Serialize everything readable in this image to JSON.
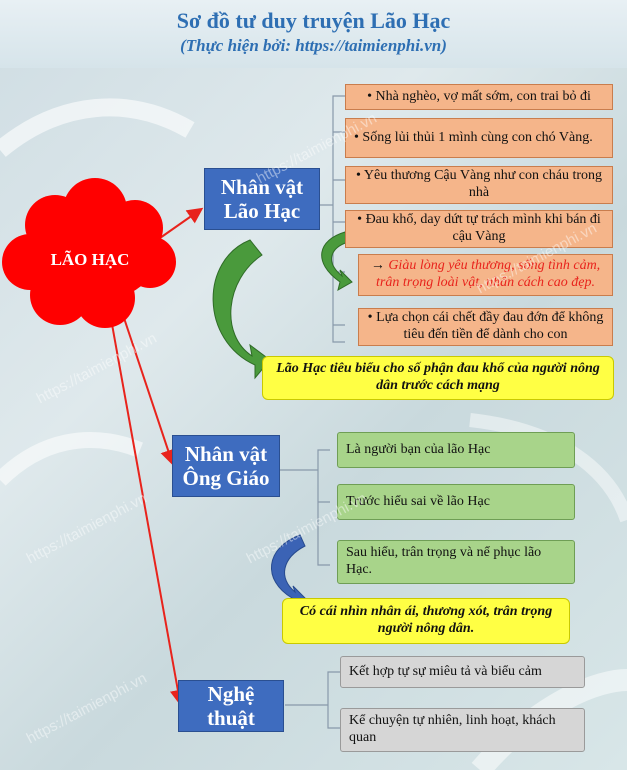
{
  "header": {
    "title": "Sơ đồ tư duy truyện Lão Hạc",
    "subtitle": "(Thực hiện bởi: https://taimienphi.vn)"
  },
  "center": {
    "label": "LÃO HẠC"
  },
  "branch1": {
    "label_line1": "Nhân vật",
    "label_line2": "Lão Hạc",
    "items": [
      "•  Nhà nghèo, vợ mất sớm, con trai bỏ đi",
      "•  Sống lủi thủi 1 mình cùng con chó Vàng.",
      "•  Yêu thương Cậu Vàng như con cháu trong nhà",
      "•  Đau khổ, day dứt tự trách mình khi bán đi cậu Vàng",
      "•  Lựa chọn cái chết đầy đau đớn để không tiêu đến tiền để dành cho con"
    ],
    "arrow_mark": "→",
    "highlight": "Giàu lòng yêu thương, sống tình cảm, trân trọng loài vật, nhân cách cao đẹp.",
    "conclusion": "Lão Hạc tiêu biểu cho số phận đau khổ của người nông dân trước cách mạng"
  },
  "branch2": {
    "label_line1": "Nhân vật",
    "label_line2": "Ông Giáo",
    "items": [
      "Là người bạn của lão Hạc",
      "Trước hiểu sai về lão Hạc",
      "Sau hiểu, trân trọng và nể phục lão Hạc."
    ],
    "conclusion": "Có cái nhìn nhân ái, thương xót, trân trọng người nông dân."
  },
  "branch3": {
    "label": "Nghệ thuật",
    "items": [
      "Kết hợp tự sự miêu tả và biểu cảm",
      "Kể chuyện tự nhiên, linh hoạt, khách quan"
    ]
  },
  "watermark": "https://taimienphi.vn",
  "colors": {
    "title_blue": "#2e6fb3",
    "cloud_red": "#ff0000",
    "node_blue": "#3e6cbf",
    "orange": "#f5b58a",
    "green": "#a8d48a",
    "gray": "#d6d6d6",
    "yellow": "#ffff44",
    "highlight_red": "#e8231c"
  }
}
